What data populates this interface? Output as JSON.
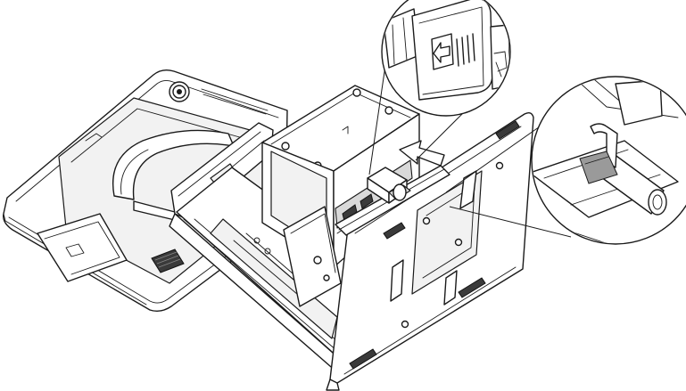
{
  "figure": {
    "kind": "assembly-line-drawing",
    "subject": "monitor-stand-cable-connection",
    "background_color": "#ffffff",
    "line_color": "#1a1a1a",
    "callouts": [
      {
        "id": "connector-detail",
        "shows": "connector-with-arrow-and-grip-lines"
      },
      {
        "id": "clip-detail",
        "shows": "cable-clip-on-rail"
      }
    ],
    "insert_arrow": {
      "direction": "pointing-into-port"
    }
  }
}
